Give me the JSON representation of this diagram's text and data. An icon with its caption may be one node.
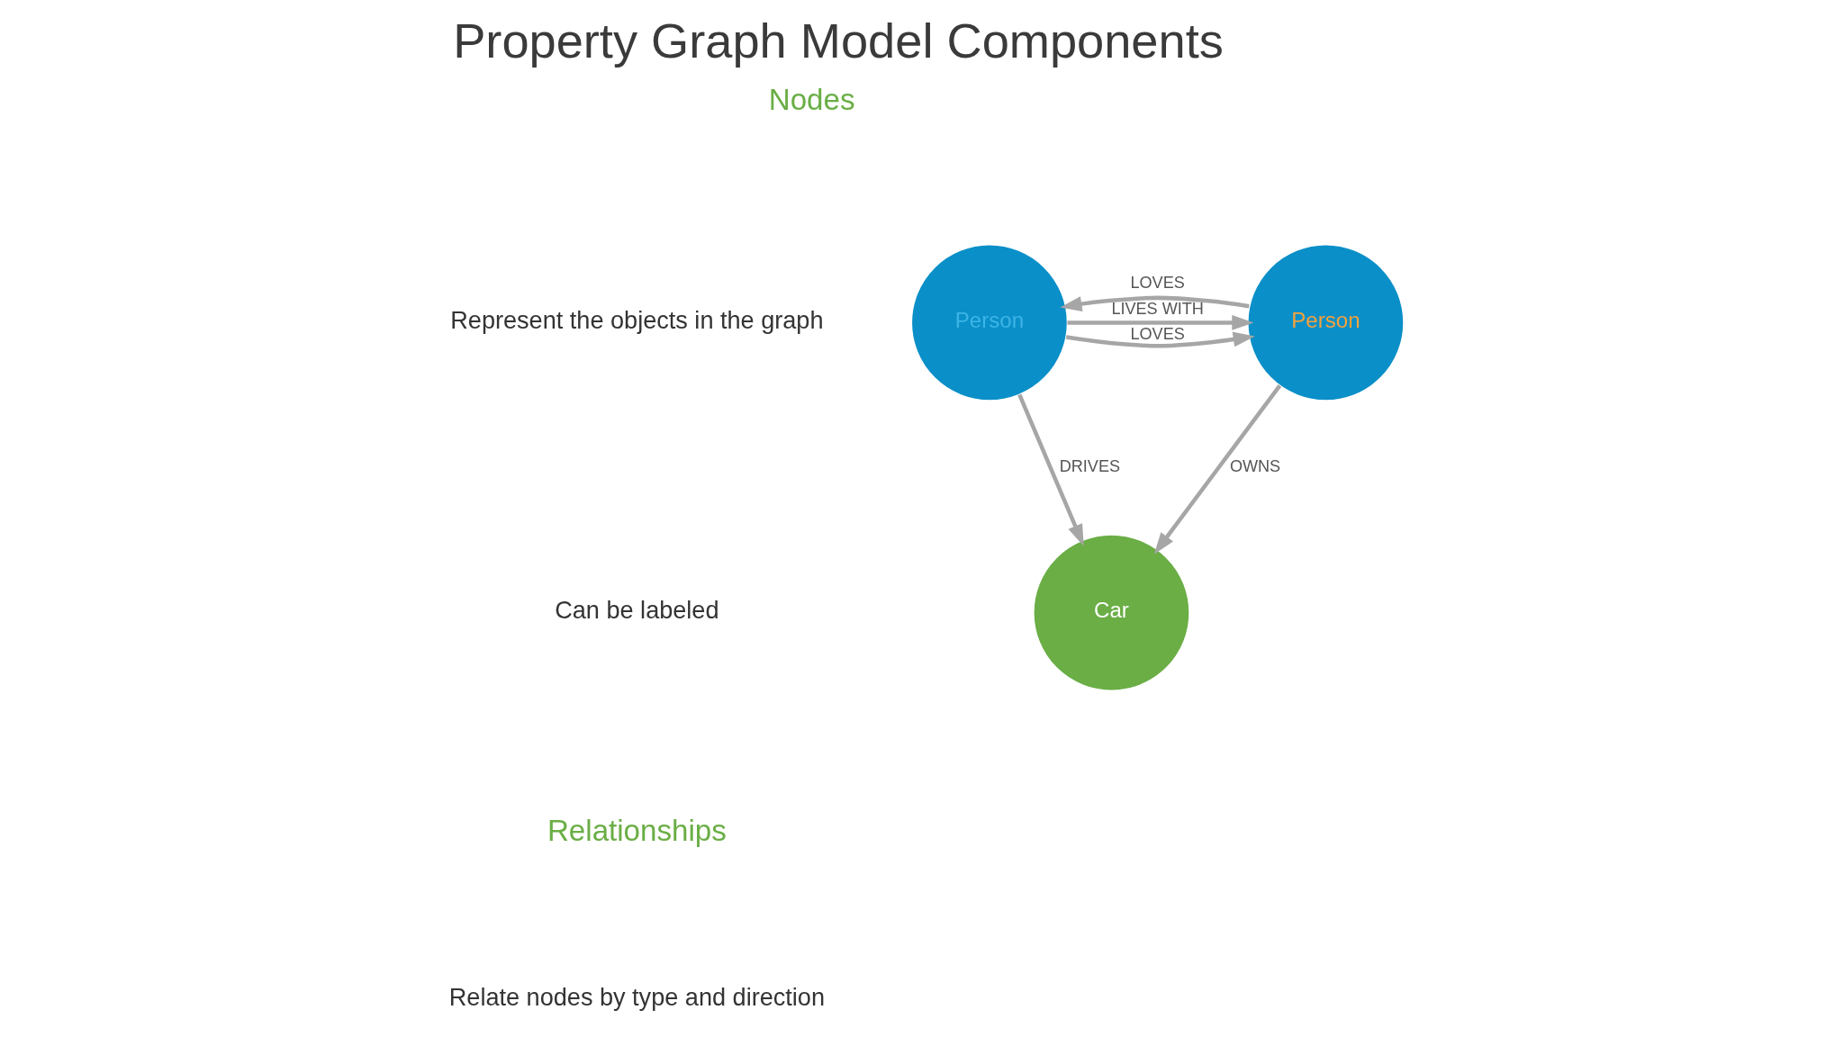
{
  "diagram": {
    "title": "Property Graph Model Components",
    "nodes": [
      {
        "text": [
          "Person"
        ]
      },
      {
        "text": [
          "Person"
        ]
      },
      {
        "text": [
          "Car"
        ]
      }
    ],
    "edges": [
      {
        "from": 0,
        "to": 1,
        "arrow": "to",
        "label": "LOVES"
      },
      {
        "from": 1,
        "to": 0,
        "arrow": "to",
        "label": "LOVES"
      },
      {
        "from": 0,
        "to": 1,
        "arrow": "to",
        "label": "LIVES WITH"
      },
      {
        "from": 0,
        "to": 2,
        "arrow": "to",
        "label": "DRIVES"
      },
      {
        "from": 1,
        "to": 2,
        "arrow": "to",
        "label": "OWNS"
      }
    ],
    "labels": [
      "Nodes",
      "Represent the objects in the graph",
      "Can be labeled",
      "Relationships",
      "Relate nodes by type and direction"
    ]
  }
}
